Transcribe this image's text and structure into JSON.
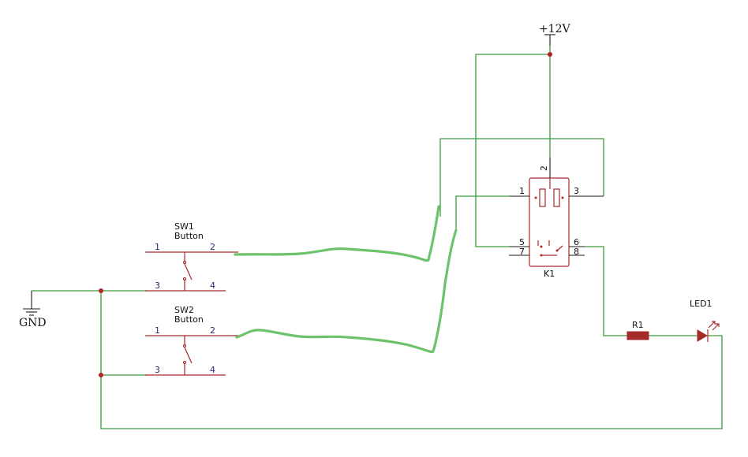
{
  "nets": {
    "vcc": "+12V",
    "gnd": "GND"
  },
  "sw1": {
    "ref": "SW1",
    "value": "Button",
    "pins": [
      "1",
      "2",
      "3",
      "4"
    ]
  },
  "sw2": {
    "ref": "SW2",
    "value": "Button",
    "pins": [
      "1",
      "2",
      "3",
      "4"
    ]
  },
  "relay": {
    "ref": "K1",
    "pins": [
      "1",
      "2",
      "3",
      "5",
      "6",
      "7",
      "8"
    ]
  },
  "resistor": {
    "ref": "R1"
  },
  "led": {
    "ref": "LED1"
  },
  "colors": {
    "wire": "#3c9a3c",
    "handdrawn": "#6cc36c",
    "component": "#a52a2a",
    "junction": "#b22222"
  }
}
